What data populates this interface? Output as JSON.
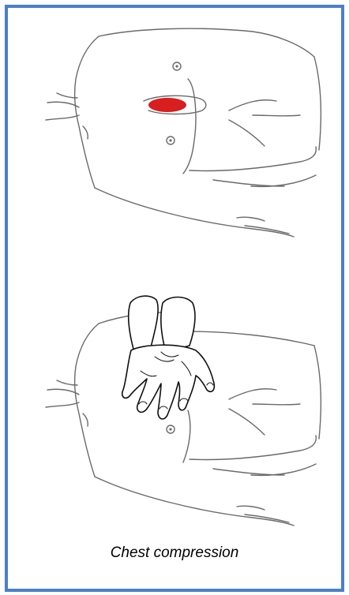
{
  "caption": "Chest compression",
  "colors": {
    "frame_border": "#4a80c8",
    "compression_marker": "#d81e1e",
    "body_outline": "#6a6a6a",
    "hand_outline": "#111111"
  },
  "figures": [
    {
      "name": "torso-with-compression-point",
      "marker": "compression-point"
    },
    {
      "name": "torso-with-hands-placed"
    }
  ]
}
